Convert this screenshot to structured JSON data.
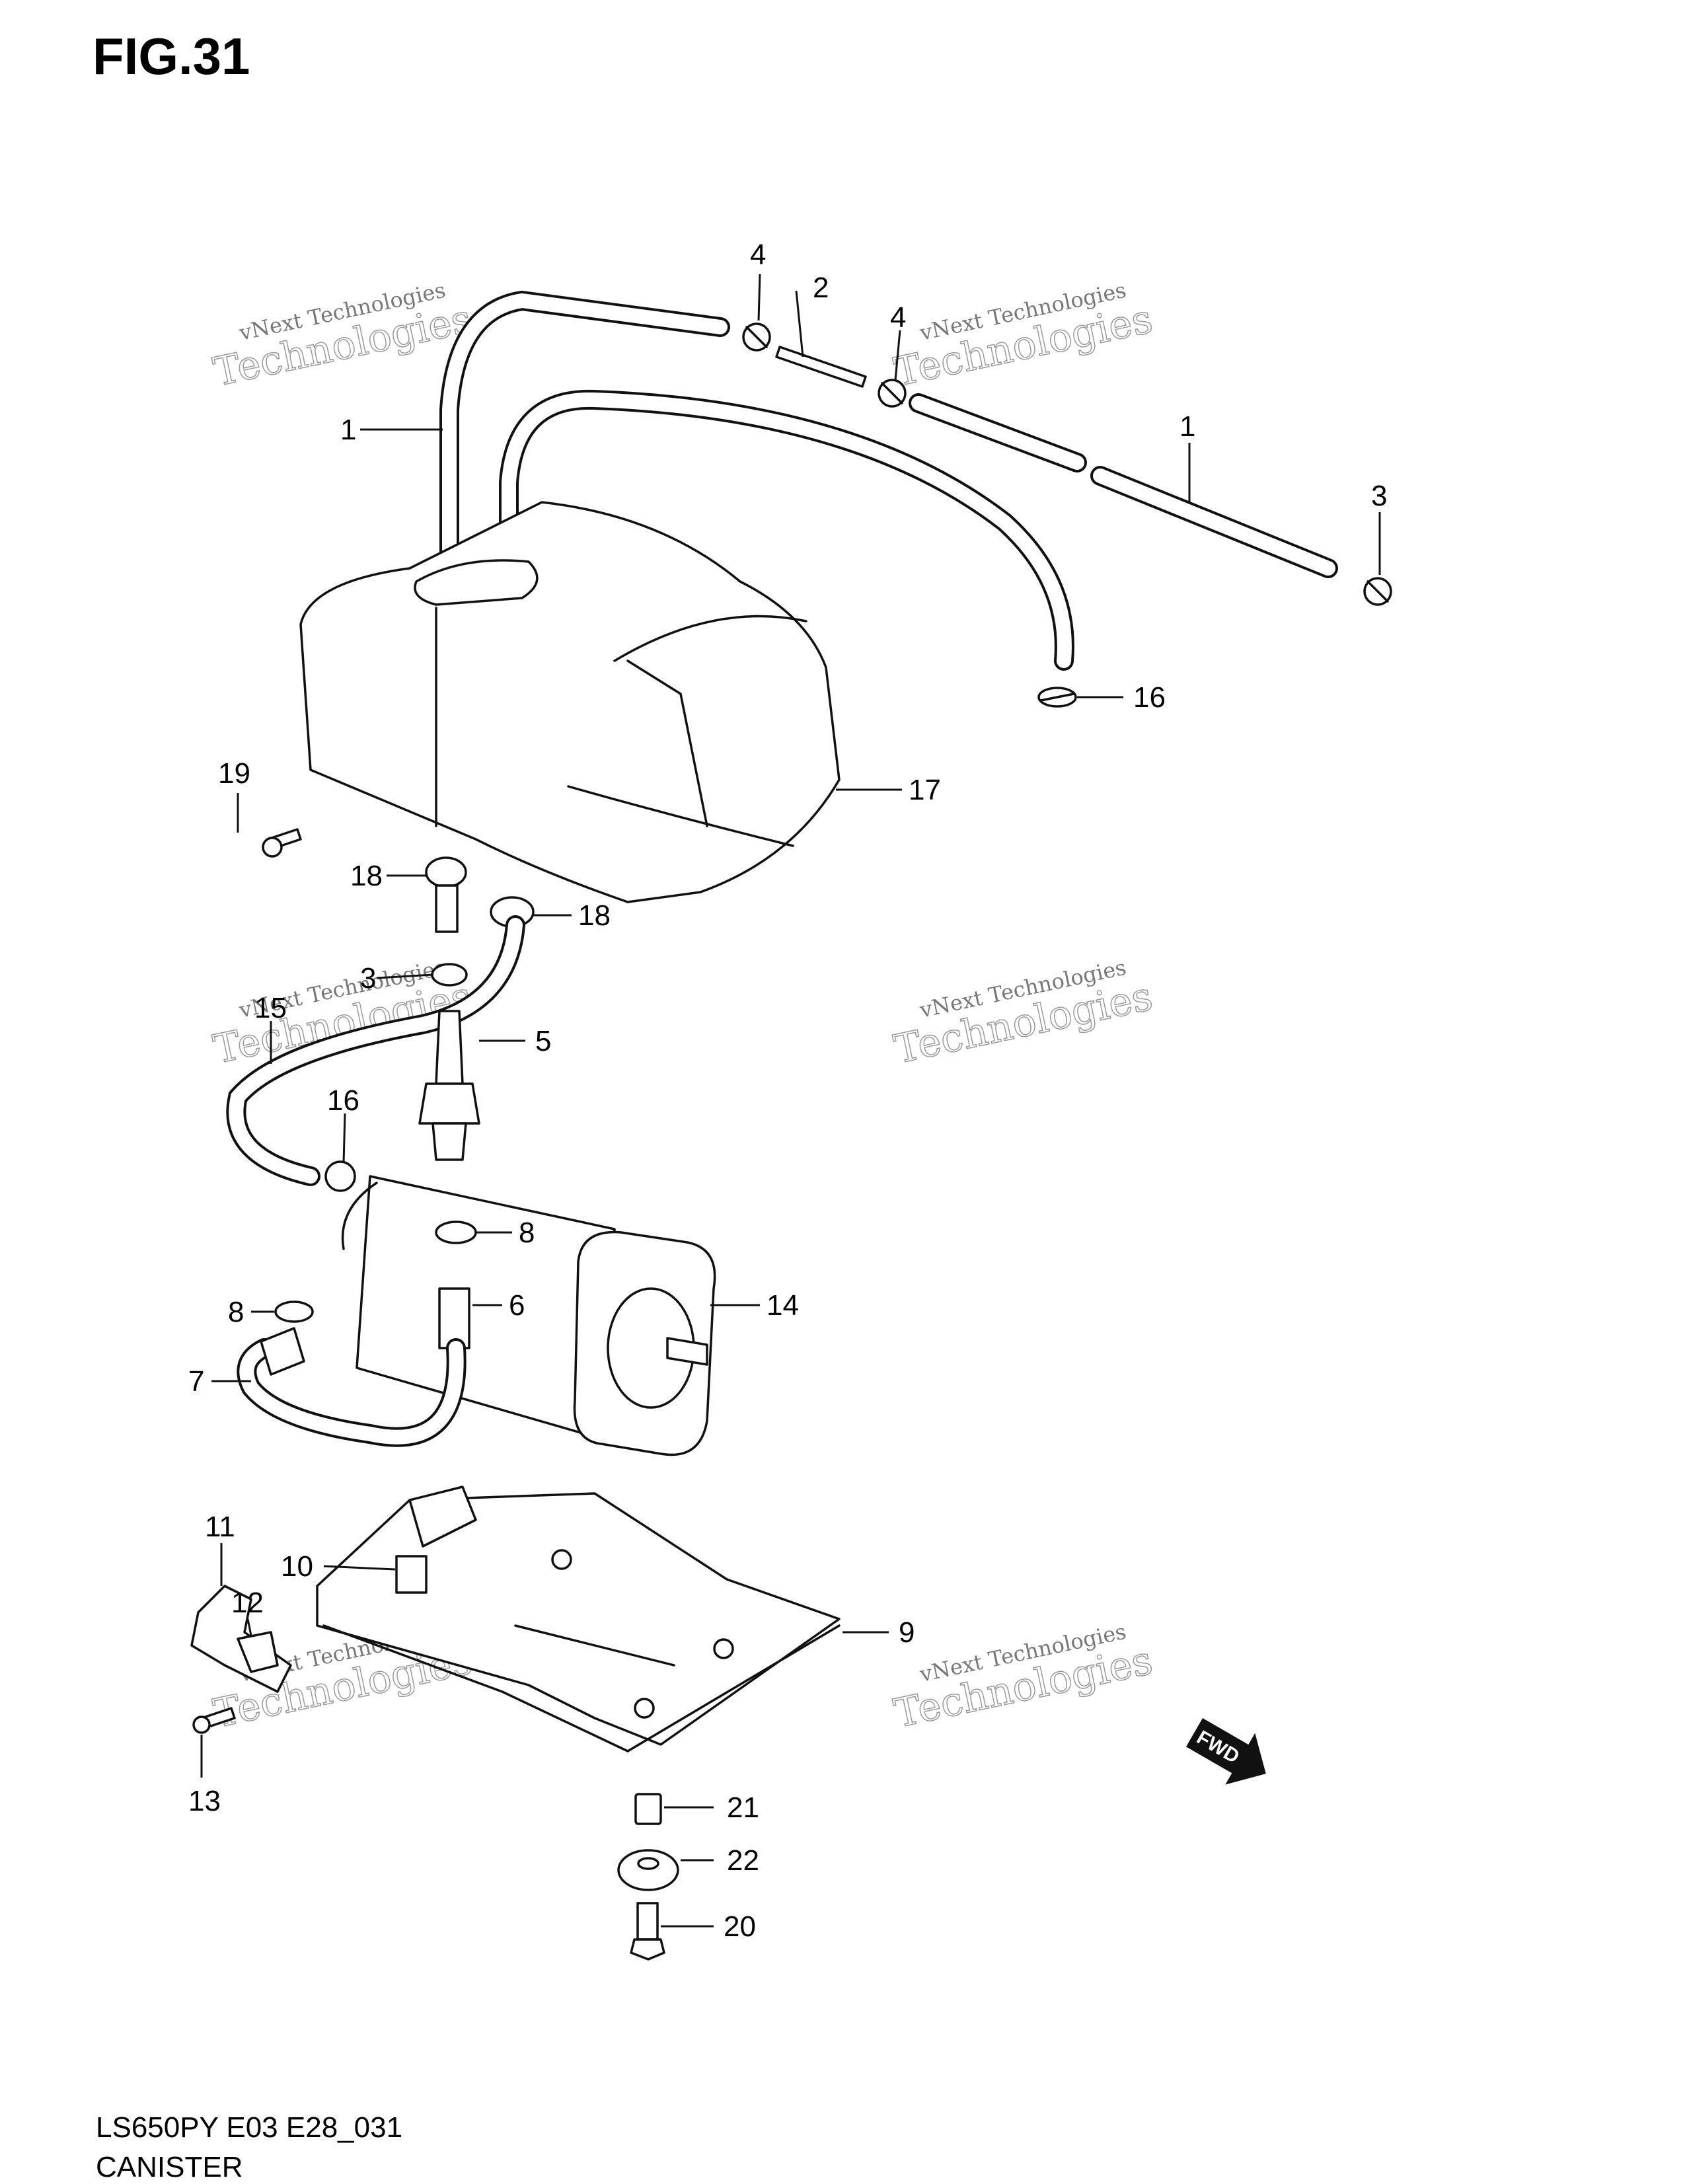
{
  "figure": {
    "title": "FIG.31",
    "code": "LS650PY E03 E28_031",
    "name": "CANISTER"
  },
  "watermark": {
    "line1": "vNext Technologies",
    "line2": "Technologies"
  },
  "fwd_label": "FWD",
  "callouts": {
    "c1_left": "1",
    "c1_right": "1",
    "c2": "2",
    "c3_right": "3",
    "c3_mid": "3",
    "c4_left": "4",
    "c4_right": "4",
    "c5": "5",
    "c6": "6",
    "c7": "7",
    "c8_mid": "8",
    "c8_left": "8",
    "c9": "9",
    "c10": "10",
    "c11": "11",
    "c12": "12",
    "c13": "13",
    "c14": "14",
    "c15": "15",
    "c16_top": "16",
    "c16_mid": "16",
    "c17": "17",
    "c18_left": "18",
    "c18_right": "18",
    "c19": "19",
    "c20": "20",
    "c21": "21",
    "c22": "22"
  }
}
